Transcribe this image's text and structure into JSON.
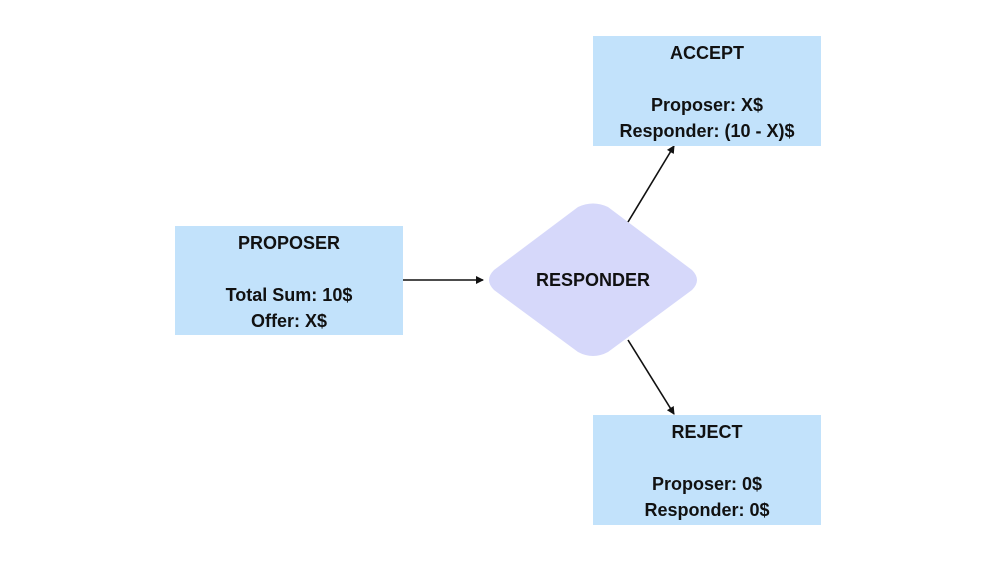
{
  "diagram": {
    "proposer": {
      "title": "PROPOSER",
      "line1": "Total Sum: 10$",
      "line2": "Offer: X$"
    },
    "responder": {
      "label": "RESPONDER"
    },
    "accept": {
      "title": "ACCEPT",
      "line1": "Proposer: X$",
      "line2": "Responder: (10 - X)$"
    },
    "reject": {
      "title": "REJECT",
      "line1": "Proposer: 0$",
      "line2": "Responder: 0$"
    }
  },
  "colors": {
    "box_fill": "#c2e2fb",
    "diamond_fill": "#d6d8fa",
    "arrow": "#111111"
  }
}
